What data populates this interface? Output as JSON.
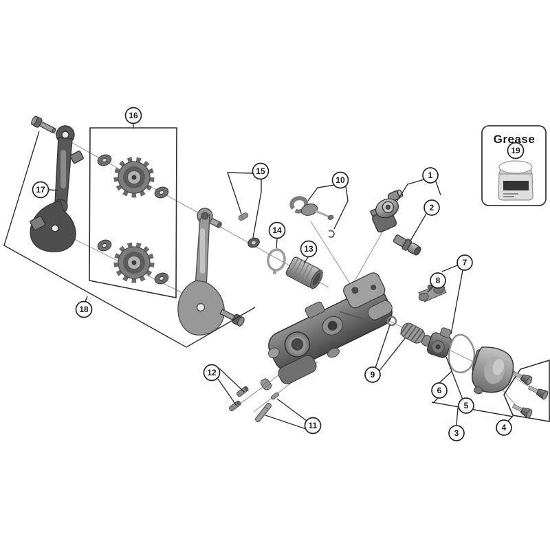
{
  "grease_box": {
    "title": "Grease"
  },
  "callouts": [
    {
      "n": "1"
    },
    {
      "n": "2"
    },
    {
      "n": "3"
    },
    {
      "n": "4"
    },
    {
      "n": "5"
    },
    {
      "n": "6"
    },
    {
      "n": "7"
    },
    {
      "n": "8"
    },
    {
      "n": "9"
    },
    {
      "n": "10"
    },
    {
      "n": "11"
    },
    {
      "n": "12"
    },
    {
      "n": "13"
    },
    {
      "n": "14"
    },
    {
      "n": "15"
    },
    {
      "n": "16"
    },
    {
      "n": "17"
    },
    {
      "n": "18"
    },
    {
      "n": "19"
    }
  ]
}
